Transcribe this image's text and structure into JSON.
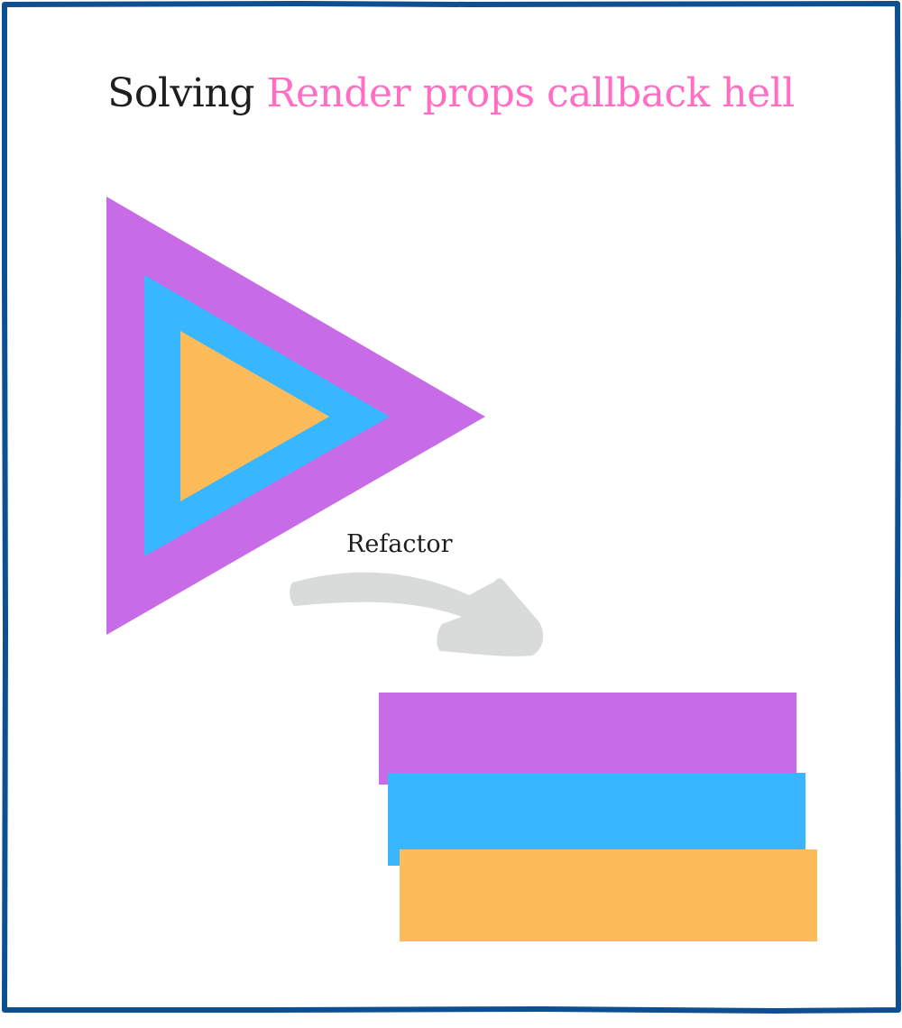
{
  "title": {
    "part1": "Solving",
    "part2": "Render props callback hell",
    "part1_color": "#1e1e1e",
    "part2_color": "#ff6ec4"
  },
  "arrow": {
    "label": "Refactor",
    "color": "#d9dada"
  },
  "colors": {
    "frame": "#0d4f91",
    "purple": "#c86be6",
    "blue": "#38b6ff",
    "orange": "#fdbb5a"
  },
  "nested_triangles": [
    "outer-purple",
    "middle-blue",
    "inner-orange"
  ],
  "stacked_bars": [
    "top-purple",
    "middle-blue",
    "bottom-orange"
  ]
}
